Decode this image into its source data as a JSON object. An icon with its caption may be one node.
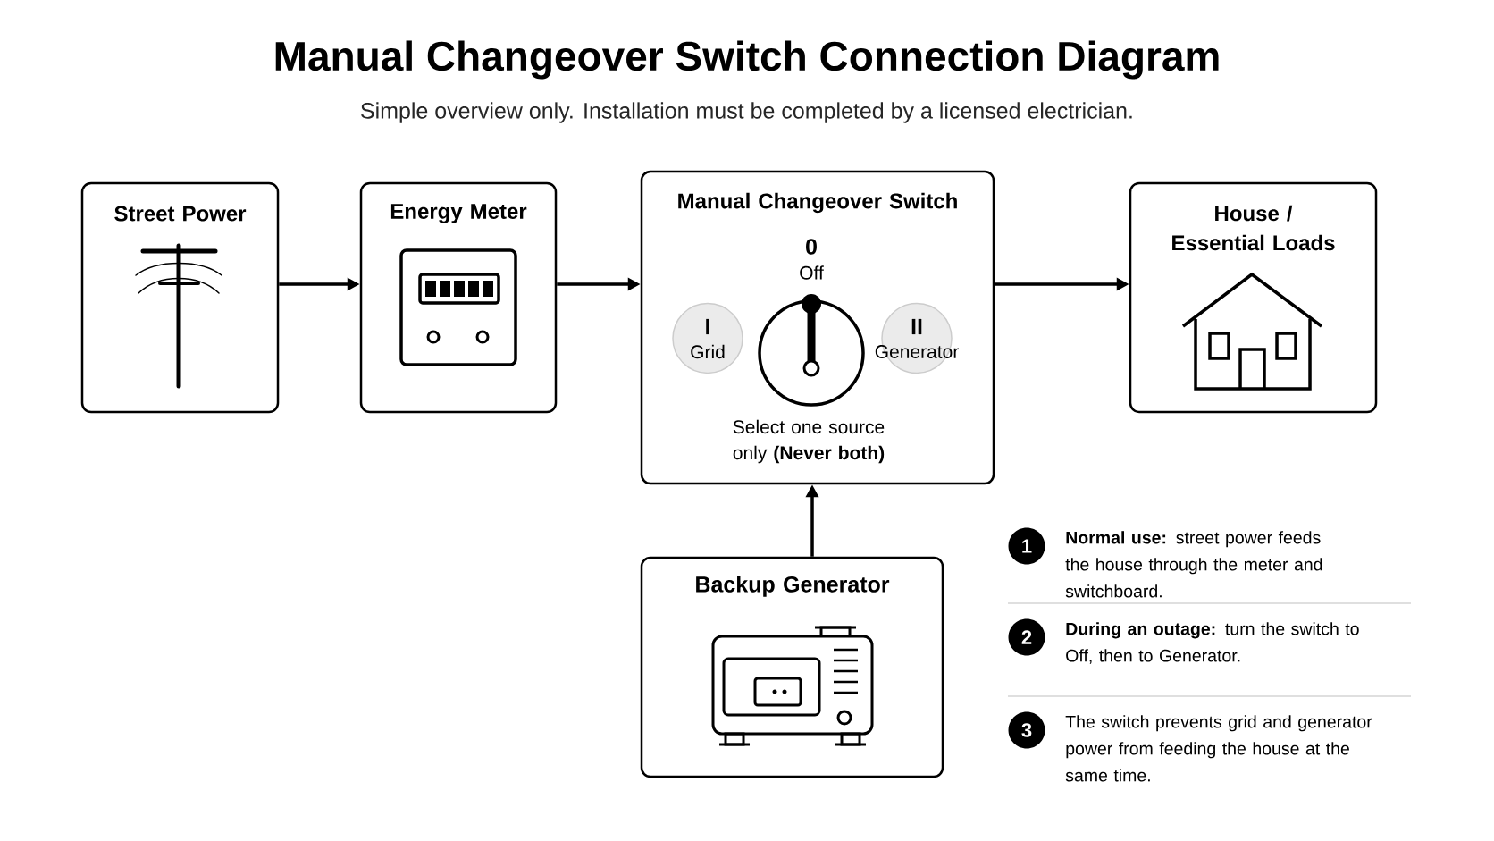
{
  "diagram": {
    "title": "Manual Changeover Switch Connection Diagram",
    "caption": "Simple overview only. Installation must be completed by a licensed electrician.",
    "nodes": [
      {
        "text": [
          "Street Power"
        ]
      },
      {
        "text": [
          "Energy Meter"
        ]
      },
      {
        "text": [
          "Manual Changeover Switch",
          "Select one source only **(Never both)**"
        ]
      },
      {
        "text": [
          "House / Essential Loads"
        ]
      },
      {
        "text": [
          "Backup Generator"
        ]
      },
      {
        "text": [
          "I",
          "Grid"
        ],
        "in": 2
      },
      {
        "text": [
          "II",
          "Generator"
        ],
        "in": 2
      }
    ],
    "edges": [
      {
        "from": 0,
        "to": 1,
        "arrow": "to"
      },
      {
        "from": 1,
        "to": 2,
        "arrow": "to"
      },
      {
        "from": 2,
        "to": 3,
        "arrow": "to"
      },
      {
        "from": 4,
        "to": 2,
        "arrow": "to"
      }
    ],
    "labels": [
      "0",
      "Off",
      "1",
      "**Normal use:** street power feeds the house through the meter and switchboard.",
      "2",
      "**During an outage:** turn the switch to Off, then to Generator.",
      "3",
      "The switch prevents grid and generator power from feeding the house at the same time."
    ]
  }
}
